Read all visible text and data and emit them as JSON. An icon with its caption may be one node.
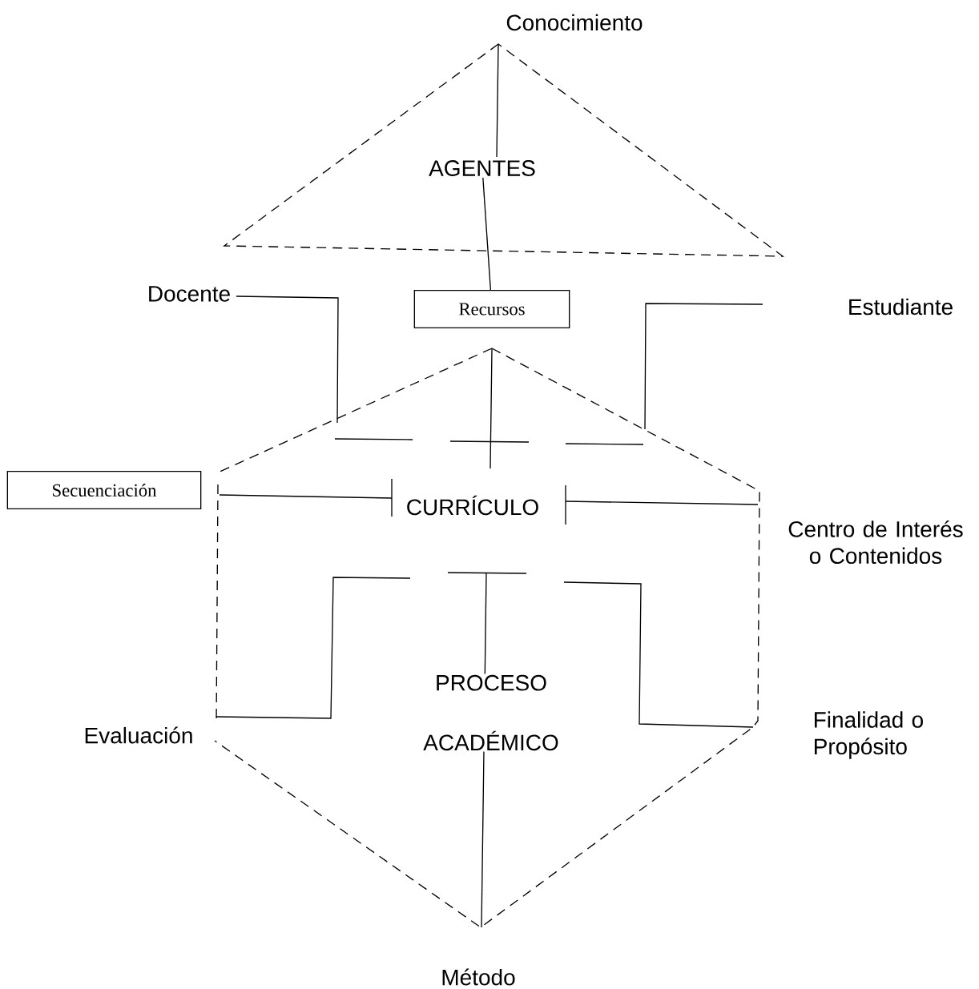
{
  "diagram": {
    "nodes": [
      {
        "text": [
          "AGENTES"
        ],
        "beside": [
          "Conocimiento"
        ]
      },
      {
        "text": [
          "Recursos"
        ]
      },
      {
        "text": [
          "Secuenciación"
        ]
      },
      {
        "text": [
          "CURRÍCULO",
          "PROCESO ACADÉMICO"
        ],
        "beside": [
          "Método"
        ]
      }
    ],
    "edges": [
      {
        "from": 0,
        "to": 1,
        "arrow": "none"
      }
    ],
    "labels": [
      "Docente",
      "Estudiante",
      "Centro de Interés o Contenidos",
      "Evaluación",
      "Finalidad o Propósito"
    ]
  }
}
